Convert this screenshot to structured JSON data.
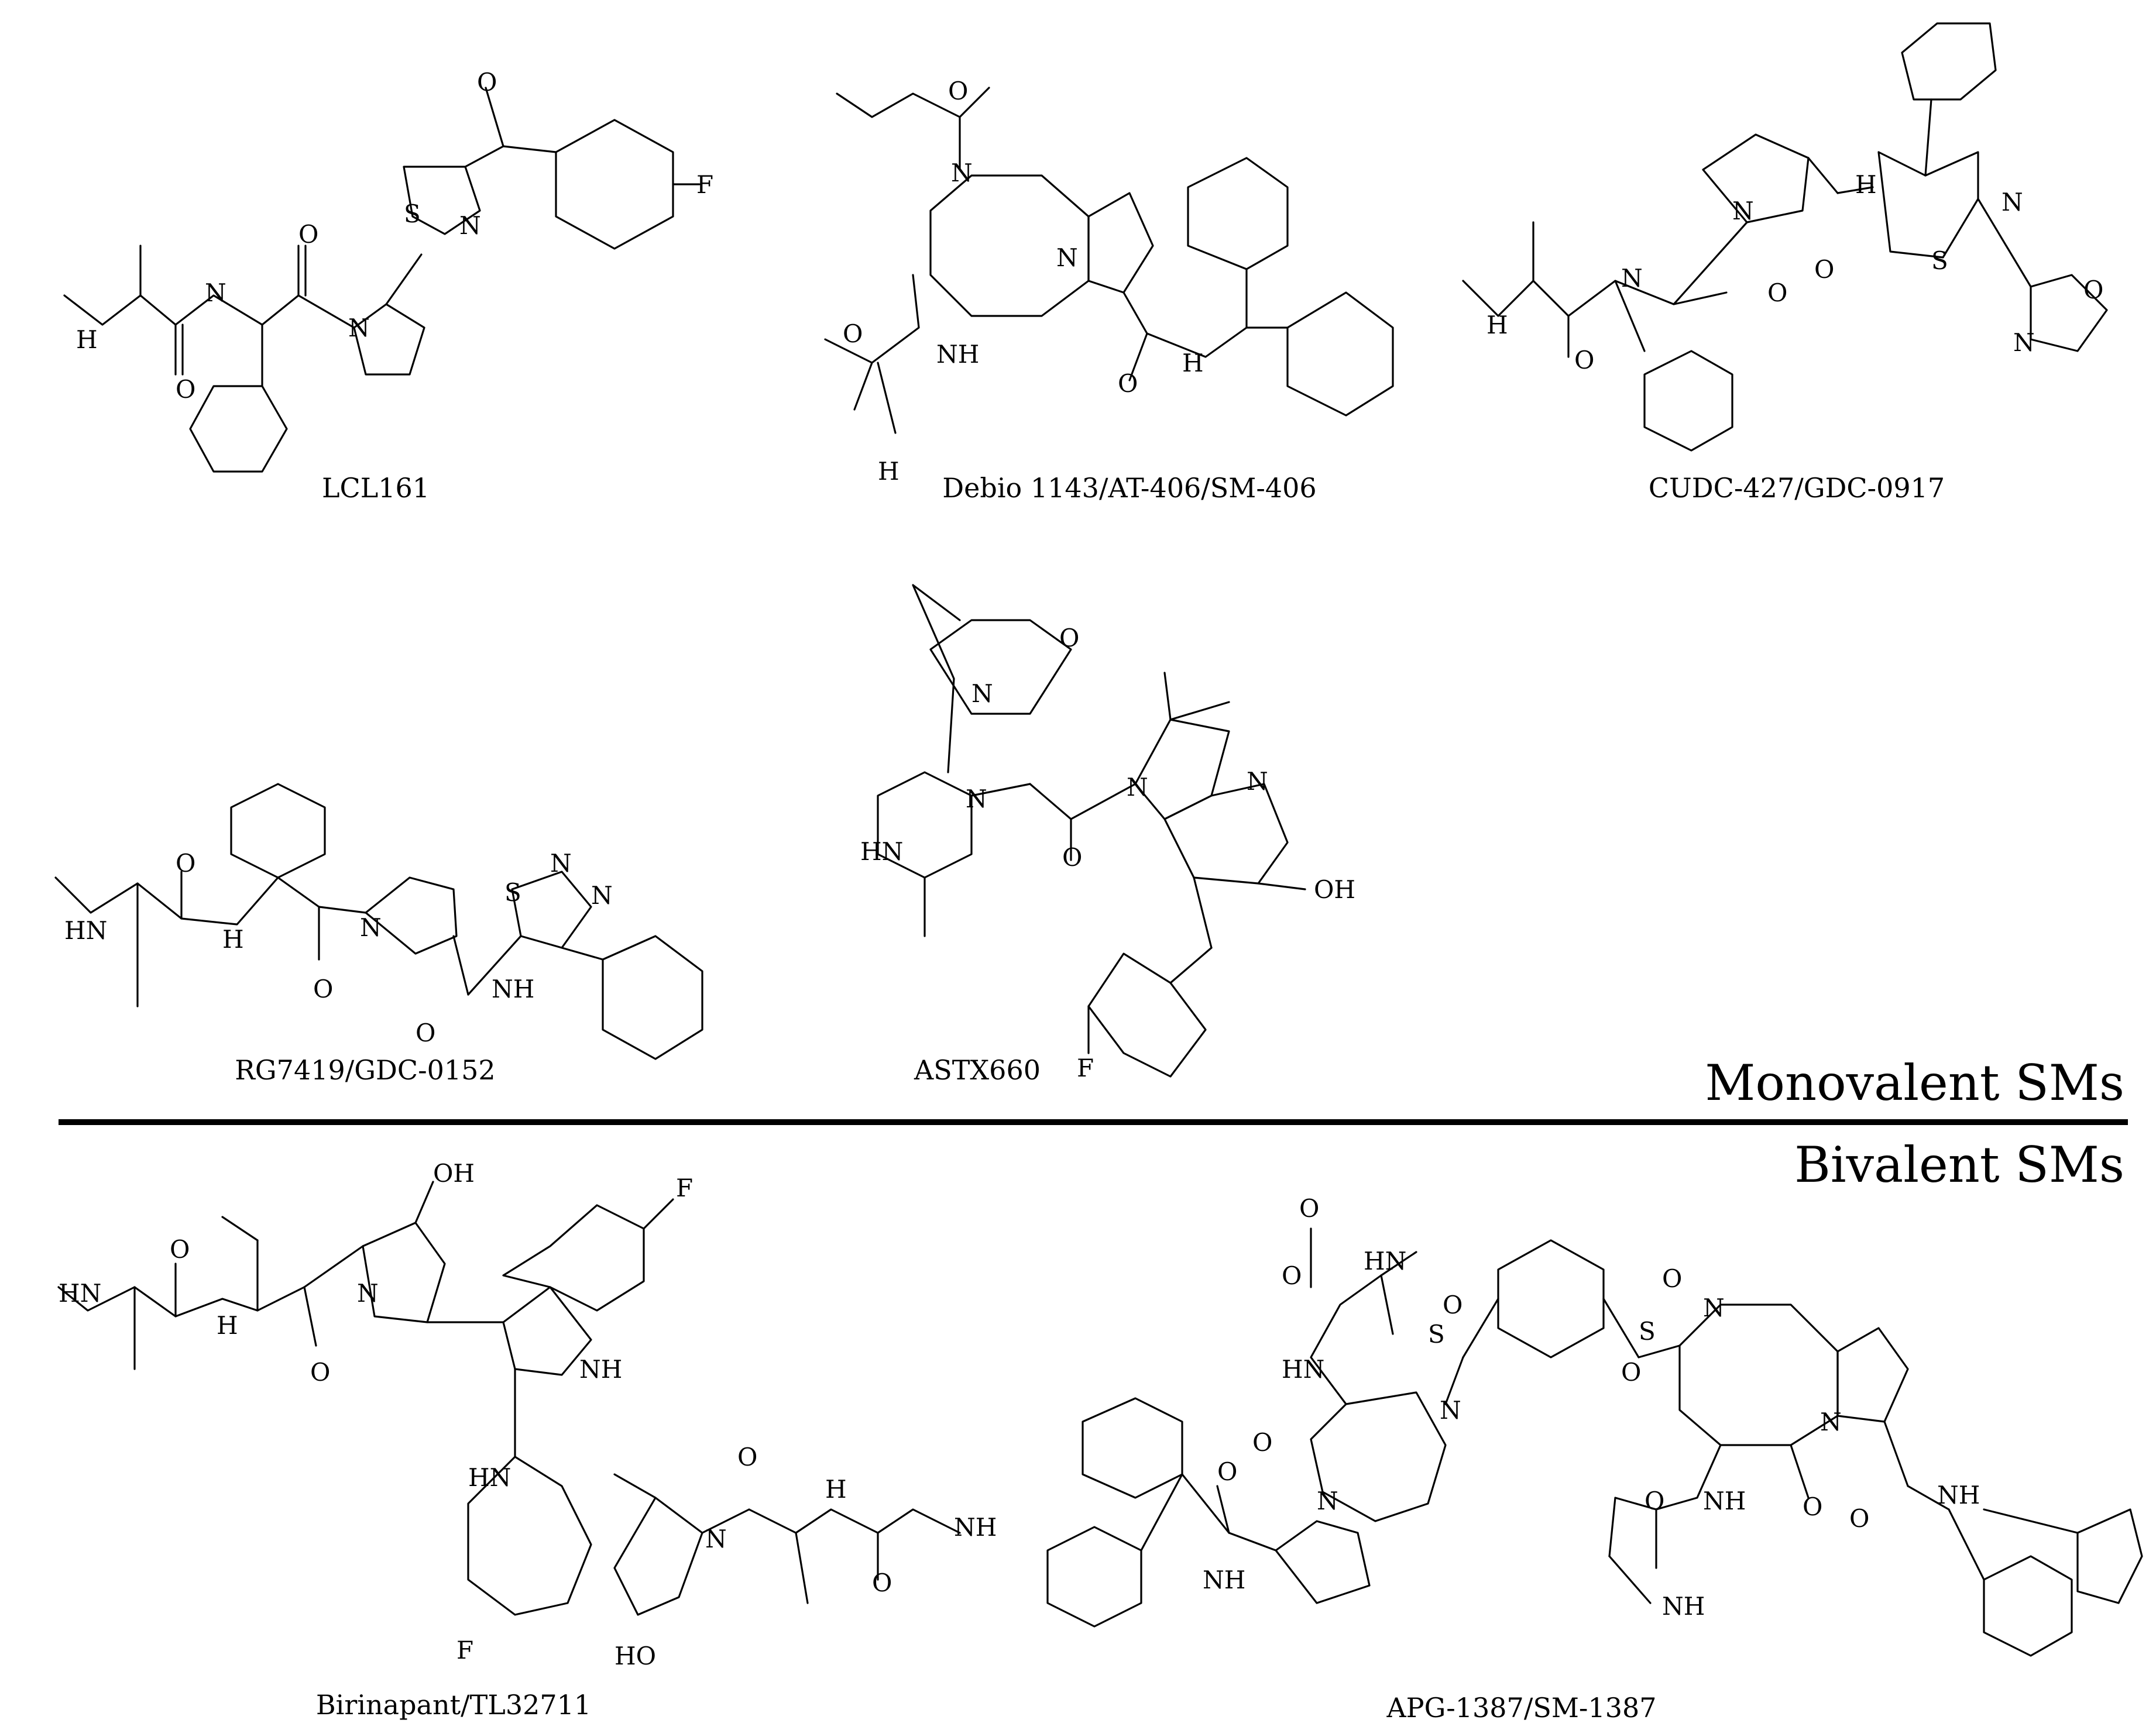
{
  "figure": {
    "sections": {
      "monovalent": "Monovalent SMs",
      "bivalent": "Bivalent SMs"
    },
    "compounds": [
      {
        "name": "LCL161"
      },
      {
        "name": "Debio 1143/AT-406/SM-406"
      },
      {
        "name": "CUDC-427/GDC-0917"
      },
      {
        "name": "RG7419/GDC-0152"
      },
      {
        "name": "ASTX660"
      },
      {
        "name": "Birinapant/TL32711"
      },
      {
        "name": "APG-1387/SM-1387"
      }
    ],
    "atom_labels": {
      "O": "O",
      "N": "N",
      "S": "S",
      "F": "F",
      "H": "H",
      "NH": "NH",
      "HN": "HN",
      "OH": "OH",
      "HO": "HO"
    }
  }
}
